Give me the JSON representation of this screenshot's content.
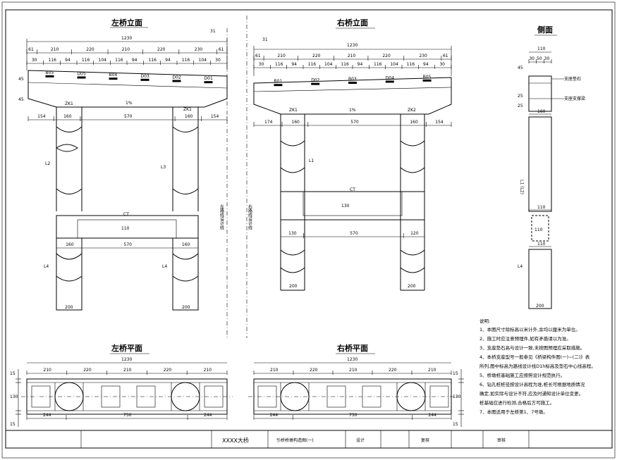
{
  "titles": {
    "left_elevation": "左桥立面",
    "right_elevation": "右桥立面",
    "side_view": "侧面",
    "left_plan": "左桥平面",
    "right_plan": "右桥平面"
  },
  "vertical_labels": {
    "left_route": "左路线设计线",
    "right_route": "右路线设计线"
  },
  "left_elevation": {
    "top_total": "1230",
    "top_spacing": [
      "61",
      "210",
      "220",
      "210",
      "220",
      "230",
      "61"
    ],
    "top_fine": [
      "30",
      "116",
      "94",
      "116",
      "104",
      "116",
      "94",
      "116",
      "94",
      "116",
      "104",
      "30"
    ],
    "offset": "31",
    "bearing_tags": [
      "B05",
      "D05",
      "B04",
      "D03",
      "D02",
      "D01"
    ],
    "slope": "1%",
    "zk_left": "ZK1",
    "zk_right": "ZK1",
    "col_dims": [
      "154",
      "160",
      "570",
      "160",
      "154"
    ],
    "dim_h1": "L2",
    "dim_h2": "L3",
    "beam_ct": "CT",
    "beam_h": "110",
    "lower_dims": [
      "160",
      "570",
      "160"
    ],
    "pile_h": "L4",
    "pile_dia_left": "200",
    "pile_dia_right": "200",
    "cap_h": "45",
    "cap_h2": "45"
  },
  "right_elevation": {
    "top_total": "1230",
    "top_spacing": [
      "61",
      "210",
      "220",
      "210",
      "220",
      "230",
      "61"
    ],
    "top_fine": [
      "30",
      "116",
      "94",
      "116",
      "104",
      "116",
      "94",
      "116",
      "104",
      "116",
      "94",
      "30"
    ],
    "offset": "31",
    "bearing_tags": [
      "B01",
      "D02",
      "B03",
      "D04",
      "B05"
    ],
    "slope": "1%",
    "zk_left": "ZK1",
    "zk_right": "ZK2",
    "col_dims": [
      "174",
      "160",
      "570",
      "160",
      "154"
    ],
    "dim_h1": "L1",
    "beam_ct": "CT",
    "beam_h": "130",
    "lower_dims": [
      "130",
      "570",
      "120"
    ],
    "pile_dia_left": "200",
    "pile_dia_right": "200"
  },
  "side_view": {
    "top_w": "110",
    "sub_dims": [
      "30",
      "50",
      "30"
    ],
    "h_top": "45",
    "h2": "25",
    "h3": "25",
    "col_w": "160",
    "col_h": "L1 (L2)",
    "beam_w": "110",
    "beam_h": "110",
    "lower_w": "110",
    "pile_h": "L4",
    "pile_w": "200",
    "callout_1": "支座垫石",
    "callout_2": "支座支撑梁"
  },
  "left_plan": {
    "total": "1230",
    "spacing": [
      "210",
      "220",
      "210",
      "220",
      "210"
    ],
    "bottom_dims": [
      "244",
      "750",
      "244"
    ],
    "side_dims": [
      "15",
      "130",
      "15"
    ]
  },
  "right_plan": {
    "total": "1230",
    "spacing": [
      "210",
      "220",
      "210",
      "220",
      "210"
    ],
    "bottom_dims": [
      "244",
      "750",
      "244"
    ],
    "side_dims": [
      "15",
      "130",
      "15"
    ]
  },
  "notes": {
    "heading": "说明:",
    "items": [
      "1、本图尺寸除标高以米计外,余均以厘米为单位。",
      "2、施工时应注意预埋件,如有矛盾请以为准。",
      "3、支座垫石高与设计一致,未按图预埋应采取措施。",
      "4、本桥支座型号一般参见《桥梁构件图(一)~(二)》表",
      "    所列,图中标高为路线设计线D1h标高及垫石中心线高程。",
      "5、桥墩桩基础施工应按照设计规范执行。",
      "6、钻孔桩桩径按设计高程为准,桩长可根据地质情况",
      "    确定,如实际与设计不符,应及时通知设计单位变更。",
      "    桩基础应进行检测,合格后方可施工。",
      "7、本图适用于左桥第1、7号墩。"
    ]
  },
  "title_block": {
    "project": "XXXX大桥",
    "drawing": "引桥桥墩构造图(一)",
    "design": "设计",
    "review": "复核",
    "approve": "审核"
  }
}
